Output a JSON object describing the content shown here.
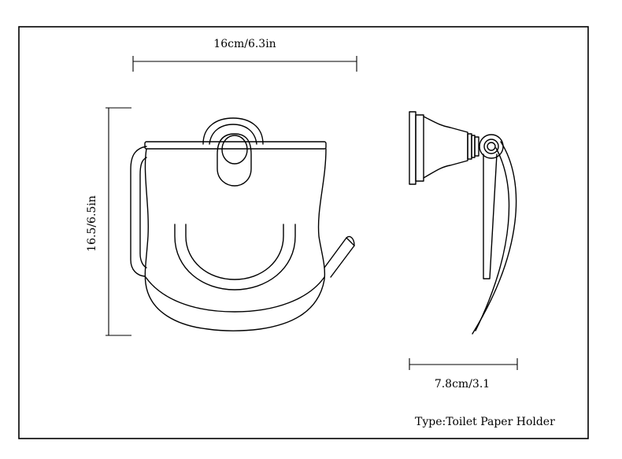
{
  "dimensions": {
    "width_label": "16cm/6.3in",
    "height_label": "16.5/6.5in",
    "depth_label": "7.8cm/3.1"
  },
  "caption": "Type:Toilet Paper Holder",
  "colors": {
    "line": "#000000",
    "background": "#ffffff"
  }
}
